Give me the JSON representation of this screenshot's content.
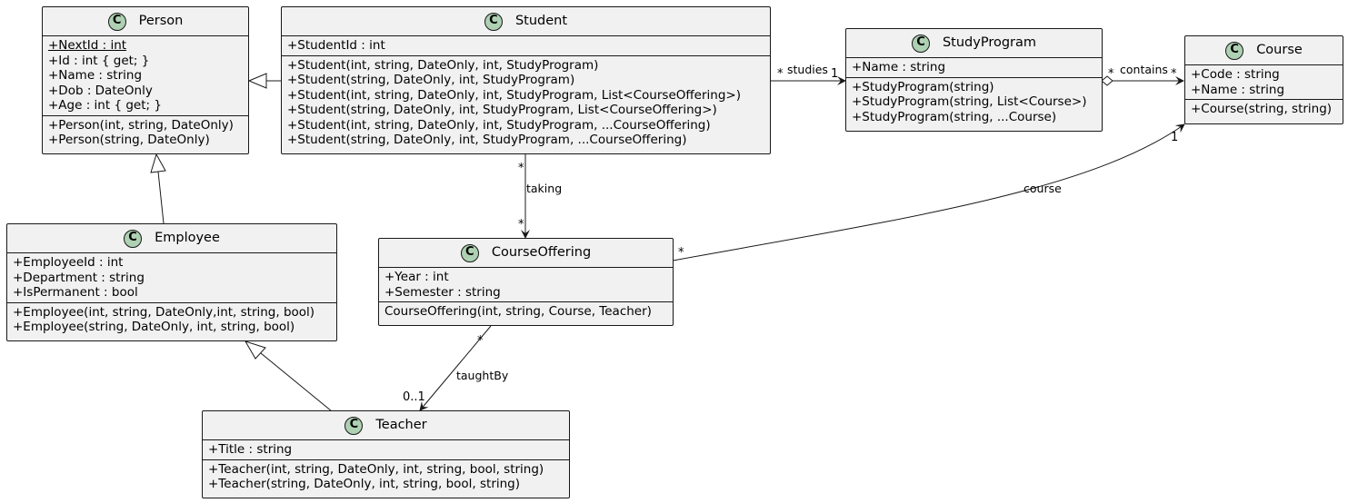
{
  "classes": {
    "person": {
      "name": "Person",
      "fields": [
        "+NextId : int",
        "+Id : int { get; }",
        "+Name : string",
        "+Dob : DateOnly",
        "+Age : int { get; }"
      ],
      "methods": [
        "+Person(int, string, DateOnly)",
        "+Person(string, DateOnly)"
      ]
    },
    "student": {
      "name": "Student",
      "fields": [
        "+StudentId : int"
      ],
      "methods": [
        "+Student(int, string, DateOnly, int, StudyProgram)",
        "+Student(string, DateOnly, int, StudyProgram)",
        "+Student(int, string, DateOnly, int, StudyProgram, List<CourseOffering>)",
        "+Student(string, DateOnly, int, StudyProgram, List<CourseOffering>)",
        "+Student(int, string, DateOnly, int, StudyProgram, ...CourseOffering)",
        "+Student(string, DateOnly, int, StudyProgram, ...CourseOffering)"
      ]
    },
    "study_program": {
      "name": "StudyProgram",
      "fields": [
        "+Name : string"
      ],
      "methods": [
        "+StudyProgram(string)",
        "+StudyProgram(string, List<Course>)",
        "+StudyProgram(string, ...Course)"
      ]
    },
    "course": {
      "name": "Course",
      "fields": [
        "+Code : string",
        "+Name : string"
      ],
      "methods": [
        "+Course(string, string)"
      ]
    },
    "employee": {
      "name": "Employee",
      "fields": [
        "+EmployeeId : int",
        "+Department : string",
        "+IsPermanent : bool"
      ],
      "methods": [
        "+Employee(int, string, DateOnly,int, string, bool)",
        "+Employee(string, DateOnly, int, string, bool)"
      ]
    },
    "course_offering": {
      "name": "CourseOffering",
      "fields": [
        "+Year : int",
        "+Semester : string"
      ],
      "methods": [
        "CourseOffering(int, string, Course, Teacher)"
      ]
    },
    "teacher": {
      "name": "Teacher",
      "fields": [
        "+Title : string"
      ],
      "methods": [
        "+Teacher(int, string, DateOnly, int, string, bool, string)",
        "+Teacher(string, DateOnly, int, string, bool, string)"
      ]
    }
  },
  "class_icon": "C",
  "relations": {
    "studies": {
      "label": "studies",
      "from_mult": "*",
      "to_mult": "1"
    },
    "contains": {
      "label": "contains",
      "from_mult": "*",
      "to_mult": "*"
    },
    "taking": {
      "label": "taking",
      "from_mult": "*",
      "to_mult": "*"
    },
    "course": {
      "label": "course",
      "from_mult": "*",
      "to_mult": "1"
    },
    "taught_by": {
      "label": "taughtBy",
      "from_mult": "*",
      "to_mult": "0..1"
    }
  },
  "colors": {
    "class_fill": "#f1f1f1",
    "badge_fill": "#add1b2",
    "line": "#181818"
  }
}
